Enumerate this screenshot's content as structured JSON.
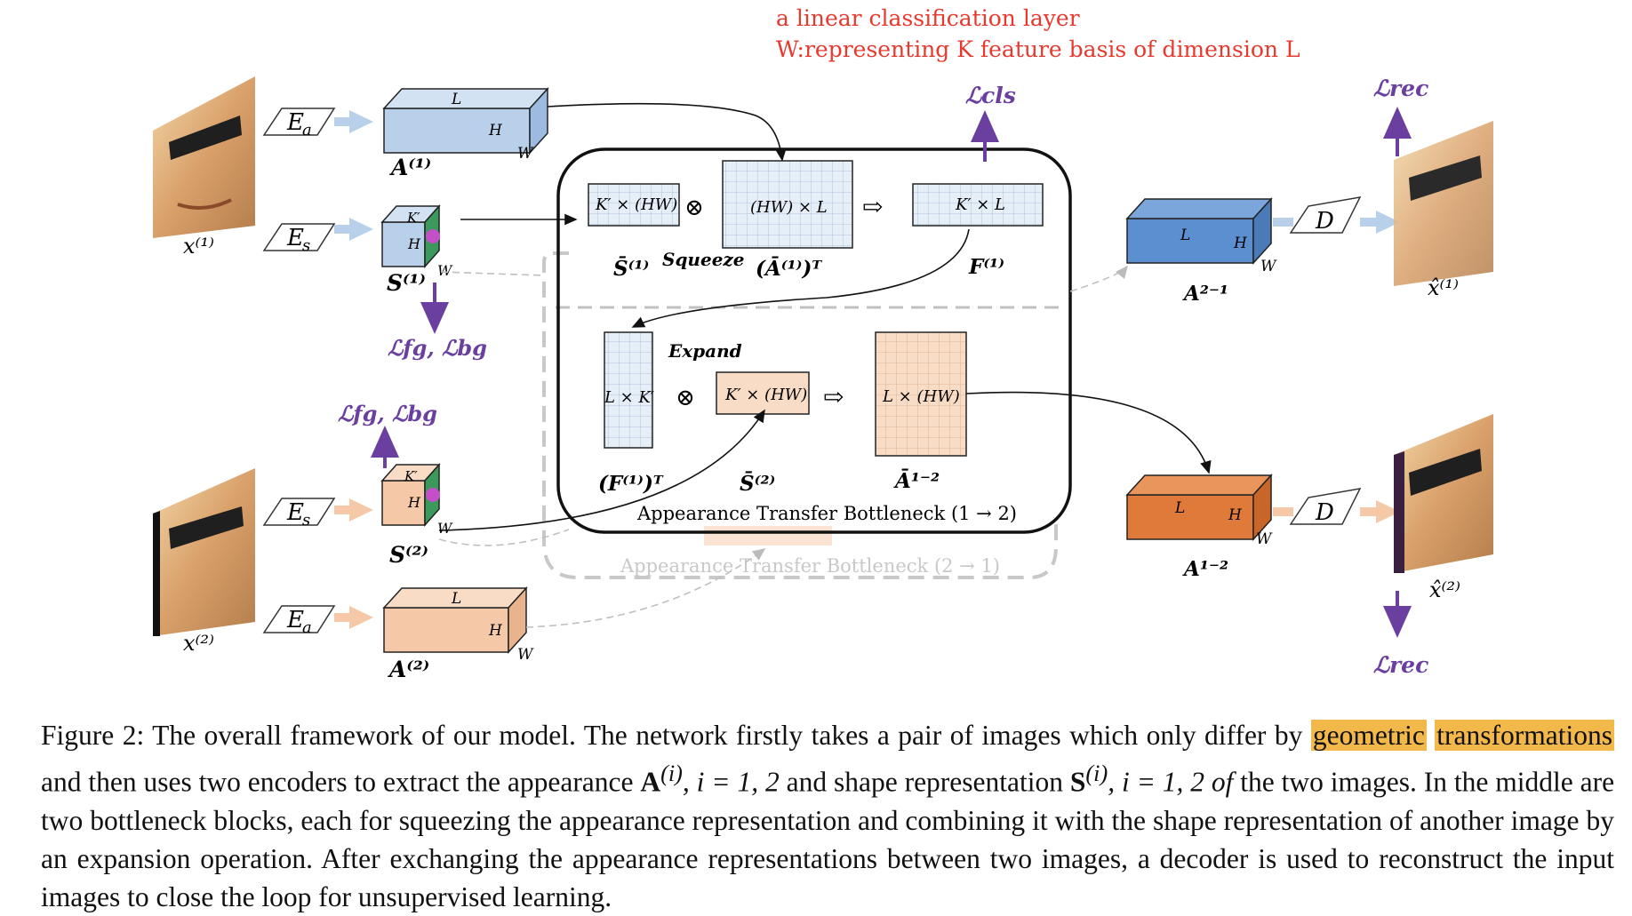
{
  "annotation": {
    "line1": "a linear classification layer",
    "line2": "W:representing K feature basis of dimension L"
  },
  "inputs": {
    "x1": "x⁽¹⁾",
    "x2": "x⁽²⁾"
  },
  "encoders": {
    "appearance": "E",
    "appearance_sub": "a",
    "shape": "E",
    "shape_sub": "s"
  },
  "tensors": {
    "A1": "A⁽¹⁾",
    "A2": "A⁽²⁾",
    "S1": "S⁽¹⁾",
    "S2": "S⁽²⁾",
    "A21": "A²⁻¹",
    "A12": "A¹⁻²",
    "dim_L": "L",
    "dim_H": "H",
    "dim_W": "W",
    "dim_K": "K′"
  },
  "bottleneck": {
    "box1": "K′ × (HW)",
    "box2": "(HW) × L",
    "box3": "K′ × L",
    "box4": "L × K′",
    "box5": "K′ × (HW)",
    "box6": "L × (HW)",
    "S1bar": "S̄⁽¹⁾",
    "squeeze": "Squeeze",
    "A1bar_T": "(Ā⁽¹⁾)ᵀ",
    "F1": "F⁽¹⁾",
    "expand": "Expand",
    "F1_T": "(F⁽¹⁾)ᵀ",
    "S2bar": "S̄⁽²⁾",
    "A12bar": "Ā¹⁻²",
    "otimes": "⊗",
    "implies": "⇨",
    "title_main": "Appearance Transfer Bottleneck (1 → 2)",
    "title_ghost": "Appearance Transfer Bottleneck (2 → 1)"
  },
  "decoders": {
    "label": "D",
    "xhat1": "x̂⁽¹⁾",
    "xhat2": "x̂⁽²⁾"
  },
  "losses": {
    "cls": "ℒcls",
    "rec_top": "ℒrec",
    "rec_bottom": "ℒrec",
    "fgbg_1": "ℒfg, ℒbg",
    "fgbg_2": "ℒfg, ℒbg"
  },
  "caption": {
    "prefix": "Figure 2: The overall framework of our model. The network firstly takes a pair of images which only differ by",
    "highlight1": "geometric",
    "highlight2": "transformations",
    "part2a": "and then uses two encoders to extract the appearance",
    "A": "A",
    "sup_i": "(i)",
    "range": ", i = 1, 2",
    "part2b": "and shape representation",
    "S": "S",
    "range2": ", i = 1, 2 of",
    "rest": "the two images. In the middle are two bottleneck blocks, each for squeezing the appearance representation and combining it with the shape representation of another image by an expansion operation. After exchanging the appearance representations between two images, a decoder is used to reconstruct the input images to close the loop for unsupervised learning."
  },
  "colors": {
    "blue_light": "#b8d0ea",
    "blue_dark": "#5b8fcf",
    "peach_light": "#f5c9a8",
    "orange_dark": "#e07a3a",
    "purple": "#6a3fa0",
    "red": "#e8392f",
    "highlight": "#f3b84a"
  }
}
